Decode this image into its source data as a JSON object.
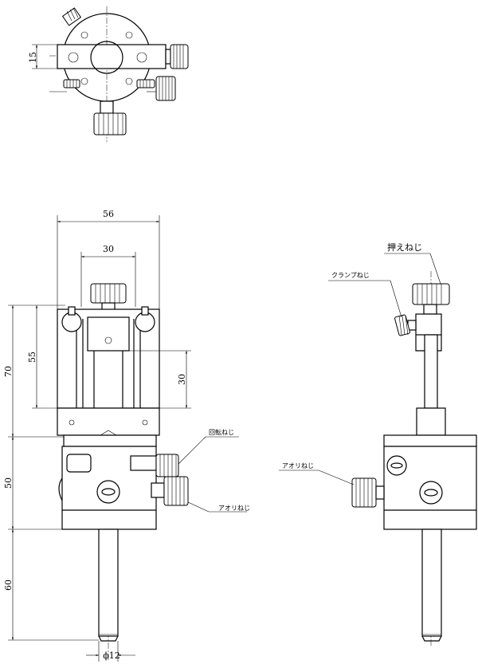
{
  "dimensions": {
    "top_height": "15",
    "overall_width": "56",
    "rail_spacing": "30",
    "rail_height": "55",
    "block_height": "30",
    "upper_height": "70",
    "base_height": "50",
    "post_length": "60",
    "post_diameter": "ϕ12"
  },
  "labels": {
    "rotation_screw": "回転ねじ",
    "tilt_screw_front": "アオリねじ",
    "tilt_screw_side": "アオリねじ",
    "clamp_screw": "クランプねじ",
    "push_screw": "押えねじ"
  }
}
